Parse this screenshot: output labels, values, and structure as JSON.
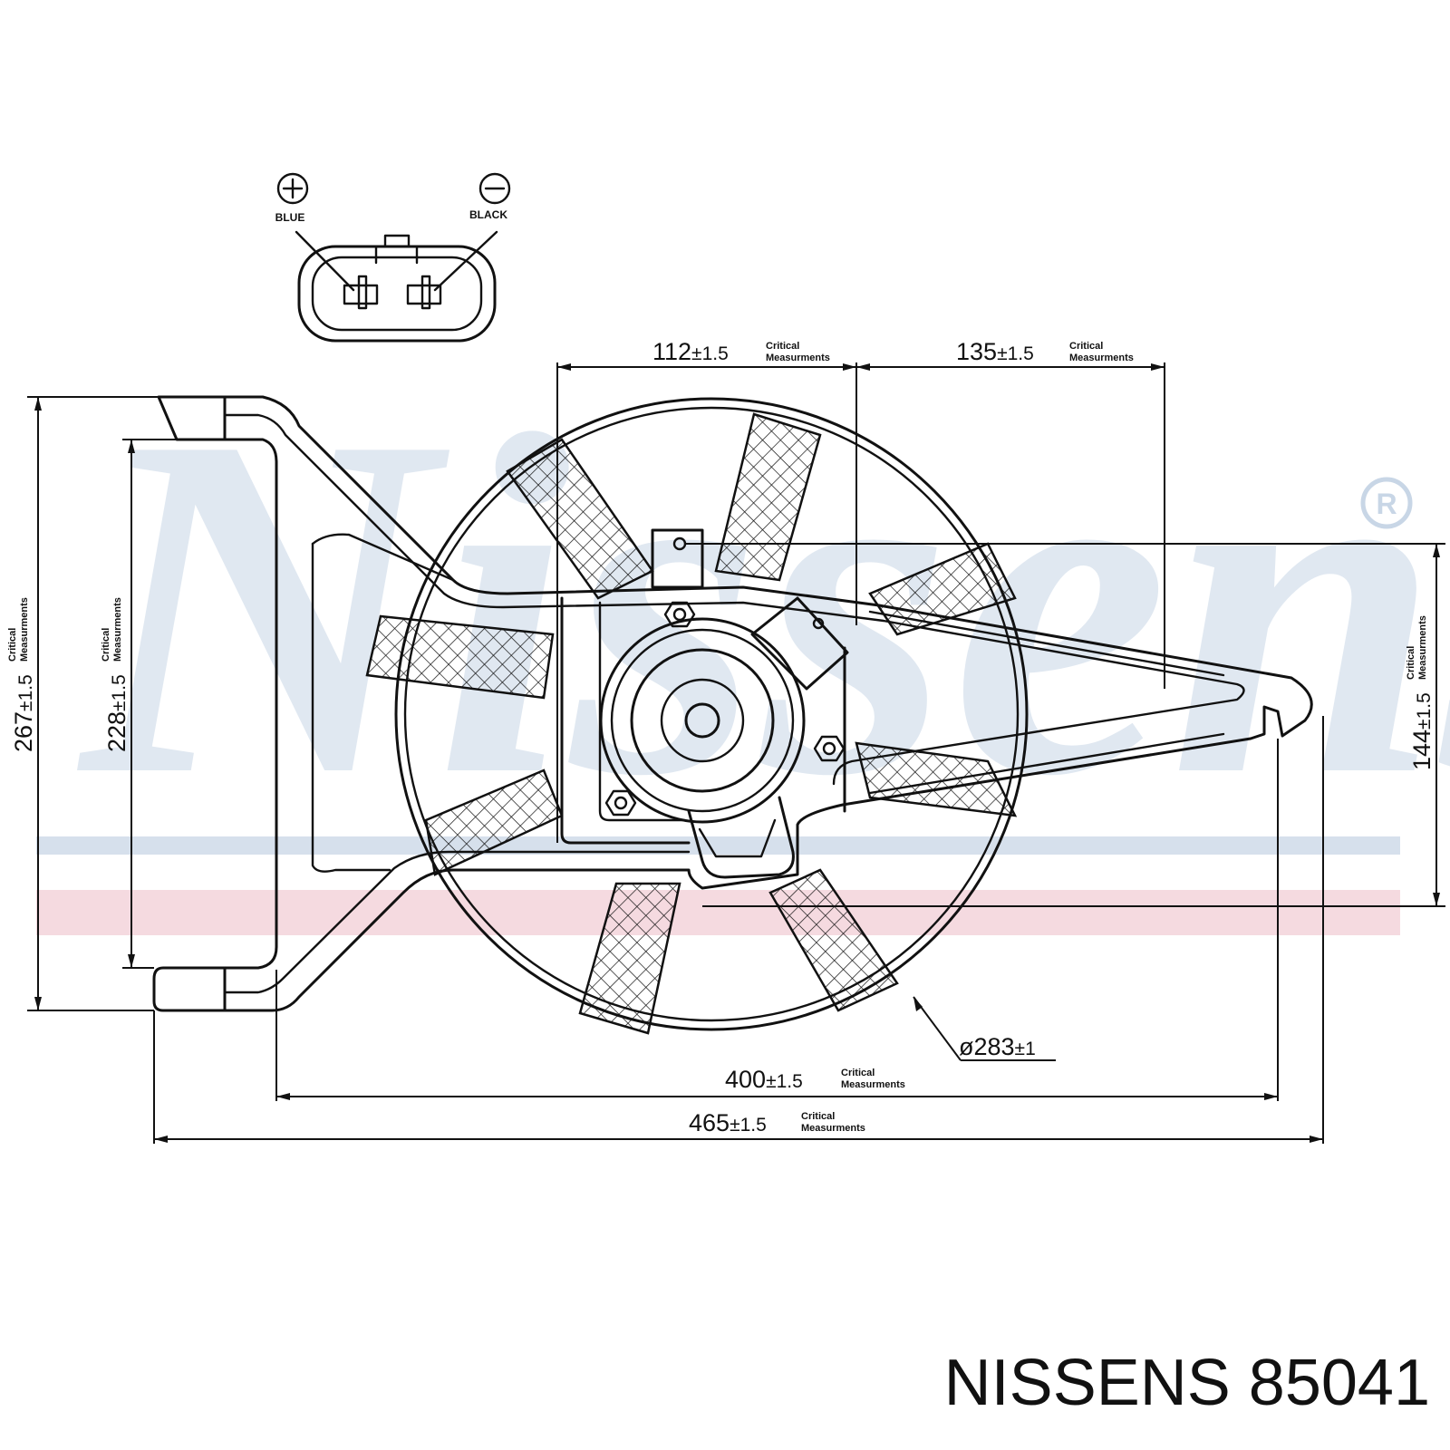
{
  "watermark": {
    "text": "Nissens",
    "mark": "®",
    "stripe_colors": [
      "#c8d6e6",
      "#f2cdd5"
    ]
  },
  "connector": {
    "positive_label": "BLUE",
    "negative_label": "BLACK"
  },
  "dimensions": {
    "top_left": {
      "value": "112",
      "tol": "±1.5"
    },
    "top_right": {
      "value": "135",
      "tol": "±1.5"
    },
    "left_outer": {
      "value": "267",
      "tol": "±1.5"
    },
    "left_inner": {
      "value": "228",
      "tol": "±1.5"
    },
    "right": {
      "value": "144",
      "tol": "±1.5"
    },
    "diameter": {
      "value": "ø283",
      "tol": "±1"
    },
    "bottom_inner": {
      "value": "400",
      "tol": "±1.5"
    },
    "bottom_outer": {
      "value": "465",
      "tol": "±1.5"
    },
    "critical_line1": "Critical",
    "critical_line2": "Measurments"
  },
  "title": {
    "brand": "NISSENS",
    "part_number": "85041"
  }
}
